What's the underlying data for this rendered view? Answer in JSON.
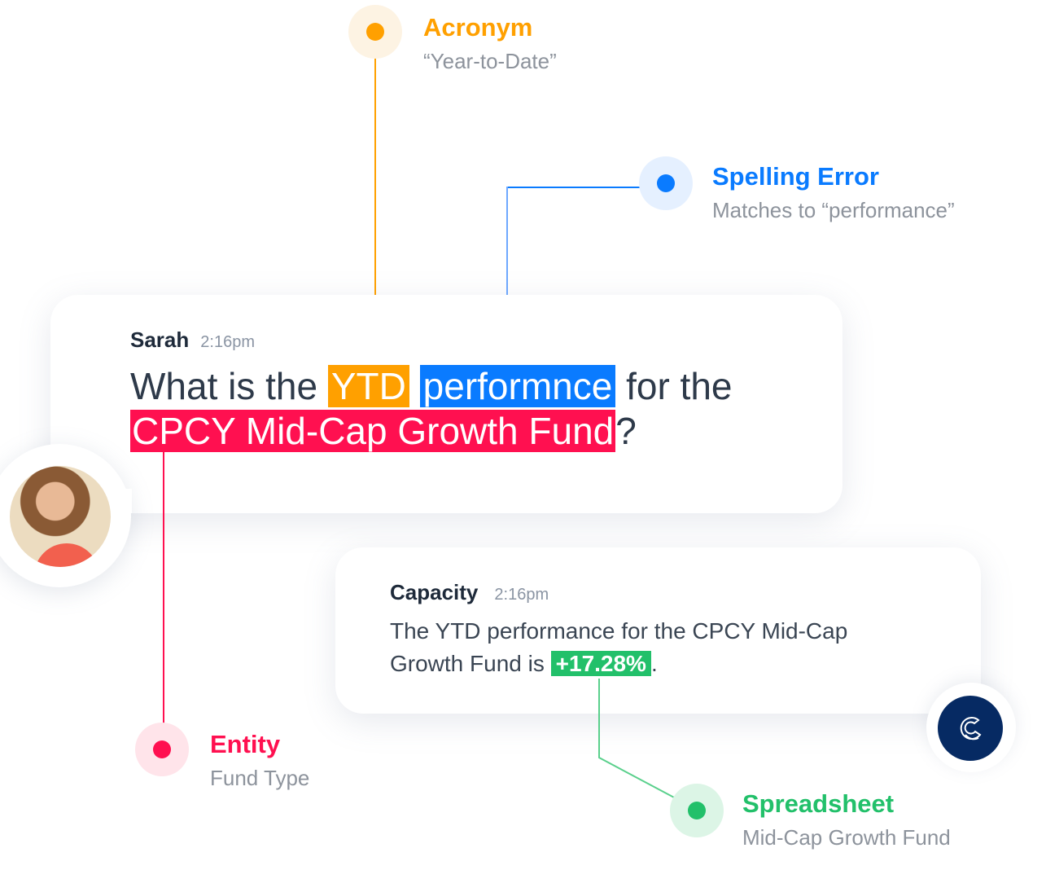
{
  "user_message": {
    "sender": "Sarah",
    "time": "2:16pm",
    "text_before": "What is the ",
    "acronym": "YTD",
    "space": " ",
    "misspelled": "performnce",
    "text_after": " for the",
    "entity": "CPCY Mid-Cap Growth Fund",
    "end": "?"
  },
  "bot_message": {
    "sender": "Capacity",
    "time": "2:16pm",
    "text": "The YTD performance for the CPCY Mid-Cap Growth Fund is ",
    "value": "+17.28%",
    "end": "."
  },
  "annotations": {
    "acronym": {
      "title": "Acronym",
      "subtitle": "“Year-to-Date”",
      "color": "#ffa000"
    },
    "spelling": {
      "title": "Spelling Error",
      "subtitle": "Matches to “performance”",
      "color": "#0a7bff"
    },
    "entity": {
      "title": "Entity",
      "subtitle": "Fund Type",
      "color": "#ff1050"
    },
    "spreadsheet": {
      "title": "Spreadsheet",
      "subtitle": "Mid-Cap Growth Fund",
      "color": "#22c06a"
    }
  }
}
